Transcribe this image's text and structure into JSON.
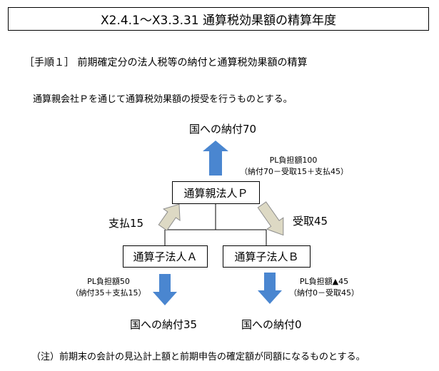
{
  "header": {
    "title": "X2.4.1～X3.3.31 通算税効果額の精算年度"
  },
  "step_heading": "［手順１］ 前期確定分の法人税等の納付と通算税効果額の精算",
  "intro": "通算親会社Ｐを通じて通算税効果額の授受を行うものとする。",
  "entities": {
    "parent": "通算親法人Ｐ",
    "sub_a": "通算子法人Ａ",
    "sub_b": "通算子法人Ｂ"
  },
  "payments": {
    "parent_tax": "国への納付70",
    "sub_a_tax": "国への納付35",
    "sub_b_tax": "国への納付0"
  },
  "pl_burden": {
    "parent_line1": "PL負担額100",
    "parent_line2": "（納付70－受取15＋支払45）",
    "sub_a_line1": "PL負担額50",
    "sub_a_line2": "（納付35＋支払15）",
    "sub_b_line1": "PL負担額▲45",
    "sub_b_line2": "（納付0－受取45）"
  },
  "transfers": {
    "pay": "支払15",
    "receive": "受取45"
  },
  "footnote": "（注）前期末の会計の見込計上額と前期申告の確定額が同額になるものとする。",
  "colors": {
    "tax_arrow": "#4a86d0",
    "transfer_arrow_fill": "#ddd9c4",
    "transfer_arrow_stroke": "#8c8c8c"
  }
}
